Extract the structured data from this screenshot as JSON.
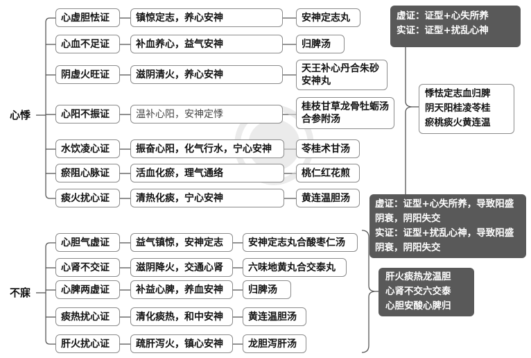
{
  "palpitation": {
    "title": "心悸",
    "rows": [
      {
        "syndrome": "心虚胆怯证",
        "method": "镇惊定志，养心安神",
        "formula": "安神定志丸"
      },
      {
        "syndrome": "心血不足证",
        "method": "补血养心，益气安神",
        "formula": "归脾汤"
      },
      {
        "syndrome": "阴虚火旺证",
        "method": "滋阴清火，养心安神",
        "formula": "天王补心丹合朱砂安神丸"
      },
      {
        "syndrome": "心阳不振证",
        "method": "温补心阳，安神定悸",
        "formula": "桂枝甘草龙骨牡蛎汤合参附汤"
      },
      {
        "syndrome": "水饮凌心证",
        "method": "振奋心阳，化气行水，宁心安神",
        "formula": "苓桂术甘汤"
      },
      {
        "syndrome": "瘀阻心脉证",
        "method": "活血化瘀，理气通络",
        "formula": "桃仁红花煎"
      },
      {
        "syndrome": "痰火扰心证",
        "method": "清热化痰，宁心安神",
        "formula": "黄连温胆汤"
      }
    ],
    "note_dark": [
      "虚证：证型+心失所养",
      "实证：证型+扰乱心神"
    ],
    "note_plain": [
      "悸怯定志血归脾",
      "阴天阳桂凌苓桂",
      "瘀桃痰火黄连温"
    ]
  },
  "insomnia": {
    "title": "不寐",
    "rows": [
      {
        "syndrome": "心胆气虚证",
        "method": "益气镇惊，安神定志",
        "formula": "安神定志丸合酸枣仁汤"
      },
      {
        "syndrome": "心肾不交证",
        "method": "滋阴降火，交通心肾",
        "formula": "六味地黄丸合交泰丸"
      },
      {
        "syndrome": "心脾两虚证",
        "method": "补益心脾，养血安神",
        "formula": "归脾汤"
      },
      {
        "syndrome": "痰热扰心证",
        "method": "清化痰热，和中安神",
        "formula": "黄连温胆汤"
      },
      {
        "syndrome": "肝火扰心证",
        "method": "疏肝泻火，镇心安神",
        "formula": "龙胆泻肝汤"
      }
    ],
    "note_dark": [
      "虚证：证型+心失所养，导致阳盛阴衰，阴阳失交",
      "实证：证型+扰乱心神，导致阳盛阴衰，阴阳失交"
    ],
    "note_plain": [
      "肝火痰热龙温胆",
      "心肾不交六交泰",
      "心胆安酸心脾归"
    ]
  }
}
